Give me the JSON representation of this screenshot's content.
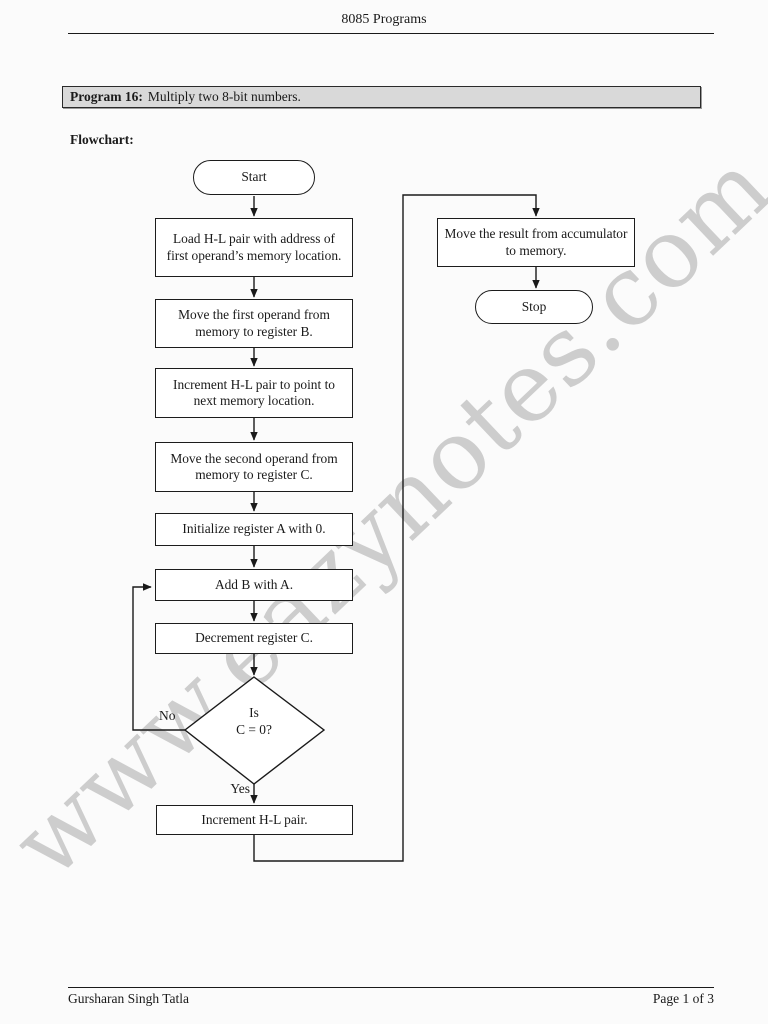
{
  "header": {
    "title": "8085 Programs"
  },
  "banner": {
    "label": "Program 16:",
    "text": "Multiply two 8-bit numbers."
  },
  "section": {
    "label": "Flowchart:"
  },
  "flowchart": {
    "start_label": "Start",
    "stop_label": "Stop",
    "steps": [
      "Load H-L pair with address of first operand’s memory location.",
      "Move the first operand from memory to register B.",
      "Increment H-L pair to point to next memory location.",
      "Move the second operand from memory to register C.",
      "Initialize register A with 0.",
      "Add B with A.",
      "Decrement register C.",
      "Increment H-L pair.",
      "Move the result from accumulator to memory."
    ],
    "decision": {
      "line1": "Is",
      "line2": "C = 0?"
    },
    "labels": {
      "no": "No",
      "yes": "Yes"
    }
  },
  "watermark": {
    "text": "www.eazynotes.com"
  },
  "footer": {
    "author": "Gursharan Singh Tatla",
    "page": "Page 1 of 3"
  },
  "colors": {
    "banner_fill": "#d9d9d9",
    "ink": "#1a1a1a",
    "watermark": "#cdcdcd"
  }
}
